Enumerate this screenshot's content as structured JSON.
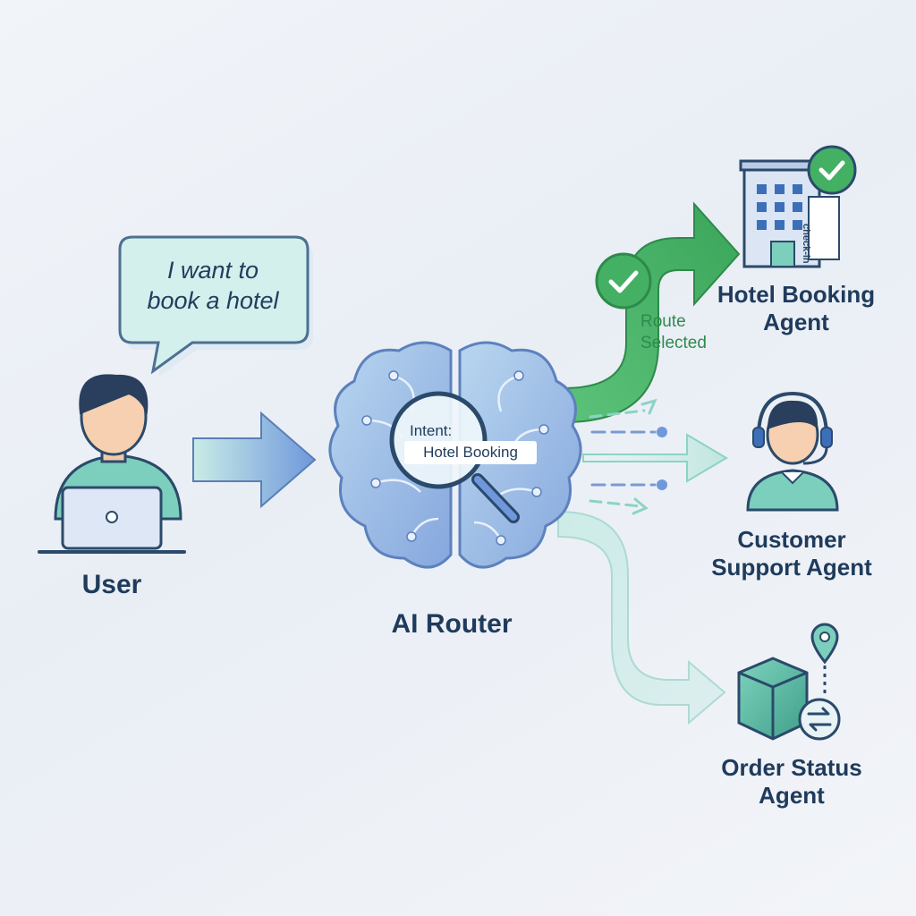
{
  "user": {
    "label": "User",
    "speech": "I want to\nbook a hotel"
  },
  "router": {
    "label": "AI Router",
    "intent_title": "Intent:",
    "intent_value": "Hotel Booking"
  },
  "route_status": "Route\nSelected",
  "agents": {
    "hotel": {
      "label": "Hotel Booking\nAgent",
      "sign": "check-in"
    },
    "support": {
      "label": "Customer\nSupport Agent"
    },
    "order": {
      "label": "Order Status\nAgent"
    }
  },
  "icons": [
    "laptop-user-icon",
    "speech-bubble-icon",
    "brain-circuit-icon",
    "magnifier-icon",
    "hotel-building-icon",
    "headset-agent-icon",
    "package-box-icon",
    "location-pin-icon",
    "swap-arrows-icon",
    "check-icon"
  ],
  "colors": {
    "selected_route": "#3daa5f",
    "primary_text": "#1f3b5c",
    "brain": "#8fb2e2",
    "accent_teal": "#7fcfc0"
  }
}
